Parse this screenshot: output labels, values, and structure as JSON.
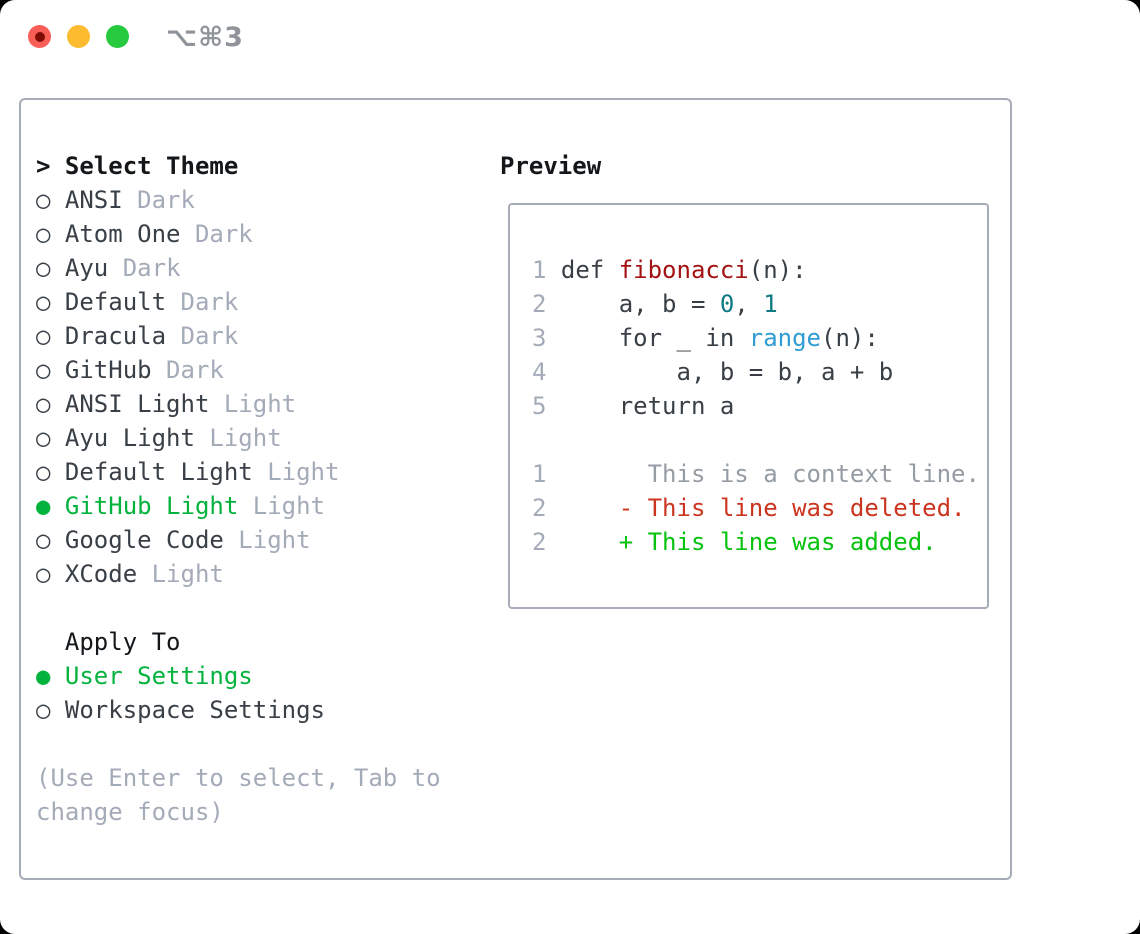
{
  "window": {
    "title": "⌥⌘3"
  },
  "colors": {
    "tl-red": "#f95f57",
    "tl-red-dot": "#7e0c05",
    "tl-yellow": "#fdbc2f",
    "tl-green": "#27c93f",
    "title": "#8f949a",
    "border": "#a6acb8",
    "black": "#14171a",
    "dark": "#383f46",
    "muted": "#a4abb8",
    "context": "#969ca4",
    "sel-green": "#04b33e",
    "add-green": "#07c20e",
    "del-red": "#cb3520",
    "func-red": "#a31212",
    "teal": "#0d7a84",
    "blue": "#2f9cd3"
  },
  "theme_panel": {
    "rows": [
      {
        "name": "select-theme-header",
        "interactable": false,
        "segs": [
          {
            "t": "> ",
            "c": "header"
          },
          {
            "t": "Select Theme",
            "c": "header"
          }
        ]
      },
      {
        "name": "theme-option-ansi-dark",
        "interactable": true,
        "segs": [
          {
            "t": "○ ",
            "c": "dark"
          },
          {
            "t": "ANSI",
            "c": "dark"
          },
          {
            "t": " Dark",
            "c": "muted"
          }
        ]
      },
      {
        "name": "theme-option-atom-one-dark",
        "interactable": true,
        "segs": [
          {
            "t": "○ ",
            "c": "dark"
          },
          {
            "t": "Atom One",
            "c": "dark"
          },
          {
            "t": " Dark",
            "c": "muted"
          }
        ]
      },
      {
        "name": "theme-option-ayu-dark",
        "interactable": true,
        "segs": [
          {
            "t": "○ ",
            "c": "dark"
          },
          {
            "t": "Ayu",
            "c": "dark"
          },
          {
            "t": " Dark",
            "c": "muted"
          }
        ]
      },
      {
        "name": "theme-option-default-dark",
        "interactable": true,
        "segs": [
          {
            "t": "○ ",
            "c": "dark"
          },
          {
            "t": "Default",
            "c": "dark"
          },
          {
            "t": " Dark",
            "c": "muted"
          }
        ]
      },
      {
        "name": "theme-option-dracula-dark",
        "interactable": true,
        "segs": [
          {
            "t": "○ ",
            "c": "dark"
          },
          {
            "t": "Dracula",
            "c": "dark"
          },
          {
            "t": " Dark",
            "c": "muted"
          }
        ]
      },
      {
        "name": "theme-option-github-dark",
        "interactable": true,
        "segs": [
          {
            "t": "○ ",
            "c": "dark"
          },
          {
            "t": "GitHub",
            "c": "dark"
          },
          {
            "t": " Dark",
            "c": "muted"
          }
        ]
      },
      {
        "name": "theme-option-ansi-light",
        "interactable": true,
        "segs": [
          {
            "t": "○ ",
            "c": "dark"
          },
          {
            "t": "ANSI Light",
            "c": "dark"
          },
          {
            "t": " Light",
            "c": "muted"
          }
        ]
      },
      {
        "name": "theme-option-ayu-light",
        "interactable": true,
        "segs": [
          {
            "t": "○ ",
            "c": "dark"
          },
          {
            "t": "Ayu Light",
            "c": "dark"
          },
          {
            "t": " Light",
            "c": "muted"
          }
        ]
      },
      {
        "name": "theme-option-default-light",
        "interactable": true,
        "segs": [
          {
            "t": "○ ",
            "c": "dark"
          },
          {
            "t": "Default Light",
            "c": "dark"
          },
          {
            "t": " Light",
            "c": "muted"
          }
        ]
      },
      {
        "name": "theme-option-github-light-selected",
        "interactable": true,
        "segs": [
          {
            "t": "● ",
            "c": "sel"
          },
          {
            "t": "GitHub Light",
            "c": "sel"
          },
          {
            "t": " Light",
            "c": "muted"
          }
        ]
      },
      {
        "name": "theme-option-google-code",
        "interactable": true,
        "segs": [
          {
            "t": "○ ",
            "c": "dark"
          },
          {
            "t": "Google Code",
            "c": "dark"
          },
          {
            "t": " Light",
            "c": "muted"
          }
        ]
      },
      {
        "name": "theme-option-xcode",
        "interactable": true,
        "segs": [
          {
            "t": "○ ",
            "c": "dark"
          },
          {
            "t": "XCode",
            "c": "dark"
          },
          {
            "t": " Light",
            "c": "muted"
          }
        ]
      },
      {
        "name": "spacer",
        "interactable": false,
        "segs": []
      },
      {
        "name": "apply-to-header",
        "interactable": false,
        "segs": [
          {
            "t": "  Apply To",
            "c": "hblack"
          }
        ]
      },
      {
        "name": "apply-option-user-settings-selected",
        "interactable": true,
        "segs": [
          {
            "t": "● ",
            "c": "sel"
          },
          {
            "t": "User Settings",
            "c": "sel"
          }
        ]
      },
      {
        "name": "apply-option-workspace-settings",
        "interactable": true,
        "segs": [
          {
            "t": "○ ",
            "c": "dark"
          },
          {
            "t": "Workspace Settings",
            "c": "dark"
          }
        ]
      },
      {
        "name": "spacer",
        "interactable": false,
        "segs": []
      },
      {
        "name": "hint-line-1",
        "interactable": false,
        "segs": [
          {
            "t": "(Use Enter to select, Tab to",
            "c": "muted"
          }
        ]
      },
      {
        "name": "hint-line-2",
        "interactable": false,
        "segs": [
          {
            "t": "change focus)",
            "c": "muted"
          }
        ]
      }
    ]
  },
  "preview": {
    "heading": "Preview",
    "lines": [
      {
        "name": "code-line-1",
        "interactable": false,
        "segs": [
          {
            "t": "1",
            "c": "muted"
          },
          {
            "t": " def ",
            "c": "dark"
          },
          {
            "t": "fibonacci",
            "c": "func"
          },
          {
            "t": "(n):",
            "c": "dark"
          }
        ]
      },
      {
        "name": "code-line-2",
        "interactable": false,
        "segs": [
          {
            "t": "2",
            "c": "muted"
          },
          {
            "t": "     a, b = ",
            "c": "dark"
          },
          {
            "t": "0",
            "c": "teal"
          },
          {
            "t": ", ",
            "c": "dark"
          },
          {
            "t": "1",
            "c": "teal"
          }
        ]
      },
      {
        "name": "code-line-3",
        "interactable": false,
        "segs": [
          {
            "t": "3",
            "c": "muted"
          },
          {
            "t": "     for _ in ",
            "c": "dark"
          },
          {
            "t": "range",
            "c": "blue"
          },
          {
            "t": "(n):",
            "c": "dark"
          }
        ]
      },
      {
        "name": "code-line-4",
        "interactable": false,
        "segs": [
          {
            "t": "4",
            "c": "muted"
          },
          {
            "t": "         a, b = b, a + b",
            "c": "dark"
          }
        ]
      },
      {
        "name": "code-line-5",
        "interactable": false,
        "segs": [
          {
            "t": "5",
            "c": "muted"
          },
          {
            "t": "     return a",
            "c": "dark"
          }
        ]
      },
      {
        "name": "spacer",
        "interactable": false,
        "segs": []
      },
      {
        "name": "diff-context-line",
        "interactable": false,
        "segs": [
          {
            "t": "1",
            "c": "muted"
          },
          {
            "t": "       This is a context line.",
            "c": "ctx"
          }
        ]
      },
      {
        "name": "diff-deleted-line",
        "interactable": false,
        "segs": [
          {
            "t": "2",
            "c": "muted"
          },
          {
            "t": "     ",
            "c": "dark"
          },
          {
            "t": "- This line was deleted.",
            "c": "del"
          }
        ]
      },
      {
        "name": "diff-added-line",
        "interactable": false,
        "segs": [
          {
            "t": "2",
            "c": "muted"
          },
          {
            "t": "     ",
            "c": "dark"
          },
          {
            "t": "+ This line was added.",
            "c": "add"
          }
        ]
      }
    ]
  }
}
